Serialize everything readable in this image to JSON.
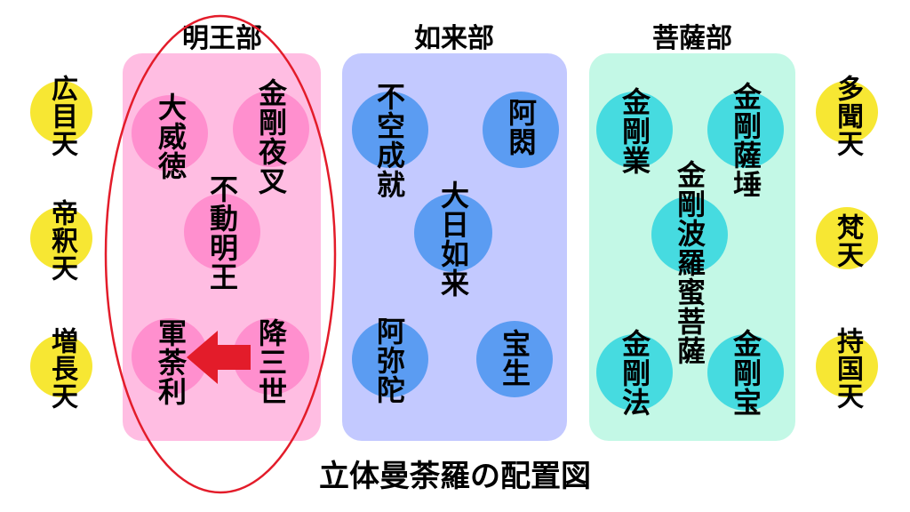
{
  "title": "立体曼荼羅の配置図",
  "groups": {
    "myoo": {
      "heading": "明王部",
      "deities": {
        "daiitoku": "大威徳",
        "kongoyasha": "金剛夜叉",
        "fudo": "不動明王",
        "gundari": "軍荼利",
        "gozanze": "降三世"
      }
    },
    "nyorai": {
      "heading": "如来部",
      "deities": {
        "fukujoju": "不空成就",
        "ashuku": "阿閦",
        "dainichi": "大日如来",
        "amida": "阿弥陀",
        "hosho": "宝生"
      }
    },
    "bosatsu": {
      "heading": "菩薩部",
      "deities": {
        "kongogo": "金剛業",
        "kongosatta": "金剛薩埵",
        "kongoharamitsu": "金剛波羅蜜菩薩",
        "kongoho_law": "金剛法",
        "kongoho_treasure": "金剛宝"
      }
    }
  },
  "devas": {
    "left": {
      "koumoku": "広目天",
      "taishaku": "帝釈天",
      "zojo": "増長天"
    },
    "right": {
      "tamon": "多聞天",
      "bon": "梵天",
      "jikoku": "持国天"
    }
  },
  "colors": {
    "myoo_panel": "#ffbde2",
    "myoo_circle": "#ff8fce",
    "nyorai_panel": "#c3c9ff",
    "nyorai_circle": "#5b9cf2",
    "bosatsu_panel": "#c3f8e6",
    "bosatsu_circle": "#46dbe0",
    "deva_circle": "#f7e733",
    "highlight": "#e31c2a"
  }
}
